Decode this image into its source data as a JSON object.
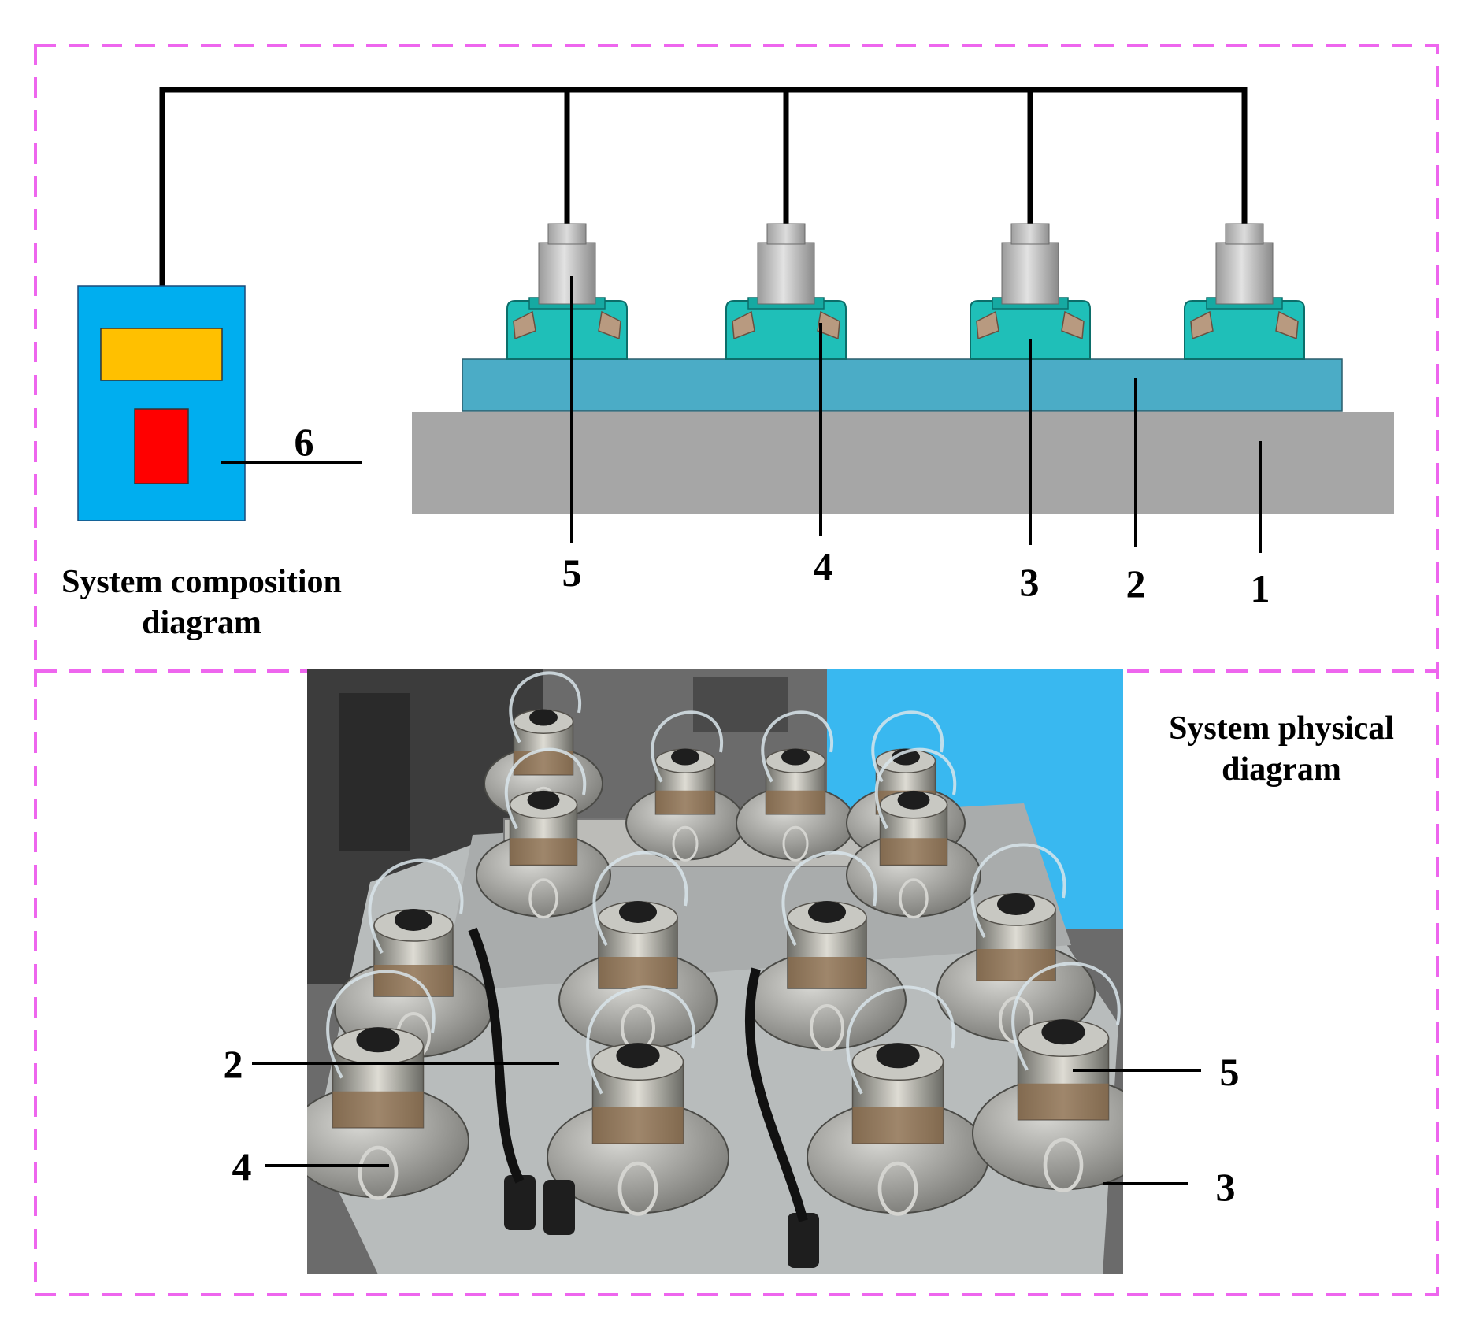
{
  "top_panel": {
    "caption_line1": "System composition",
    "caption_line2": "diagram",
    "labels": {
      "l1": "1",
      "l2": "2",
      "l3": "3",
      "l4": "4",
      "l5": "5",
      "l6": "6"
    }
  },
  "bottom_panel": {
    "caption_line1": "System physical",
    "caption_line2": "diagram",
    "labels": {
      "l2": "2",
      "l3": "3",
      "l4": "4",
      "l5": "5"
    }
  },
  "colors": {
    "frame": "#ee66ee",
    "controller_body": "#00aeef",
    "controller_display": "#ffc000",
    "controller_button": "#ff0000",
    "base_plate": "#a6a6a6",
    "mount_plate": "#4bacc6",
    "clamp": "#1fbfb8",
    "sensor": "#c0c0c0",
    "cable": "#000000"
  }
}
